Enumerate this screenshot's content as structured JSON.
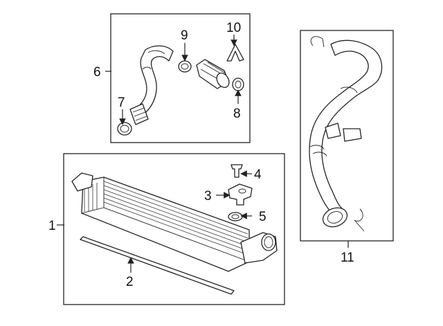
{
  "callouts": {
    "c1": "1",
    "c2": "2",
    "c3": "3",
    "c4": "4",
    "c5": "5",
    "c6": "6",
    "c7": "7",
    "c8": "8",
    "c9": "9",
    "c10": "10",
    "c11": "11"
  },
  "icons": {
    "intercooler": "intercooler-icon",
    "outlet_hose": "outlet-hose-icon",
    "air_duct": "air-duct-icon",
    "inlet_pipe": "inlet-pipe-icon"
  },
  "colors": {
    "line": "#222222",
    "background": "#ffffff"
  }
}
